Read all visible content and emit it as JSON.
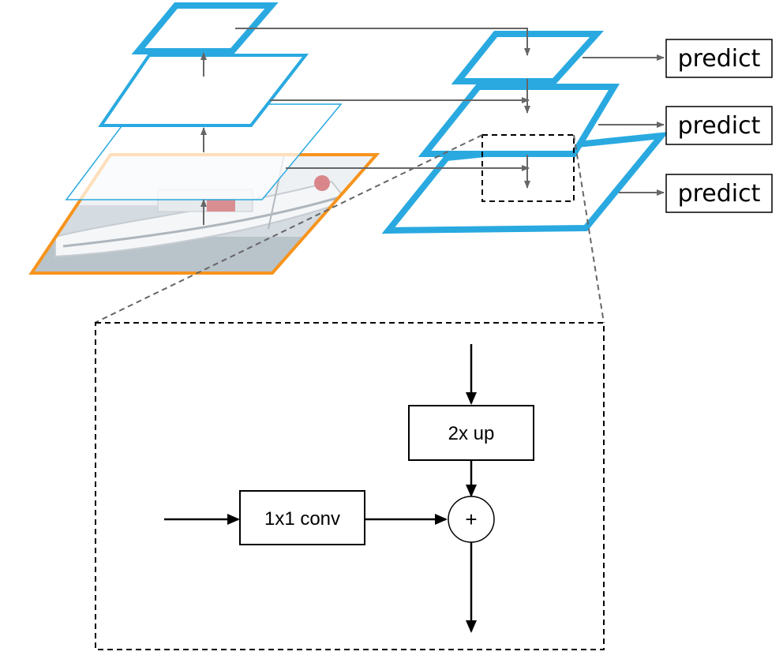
{
  "labels": {
    "predict_top": "predict",
    "predict_middle": "predict",
    "predict_bottom": "predict",
    "upsample": "2x up",
    "lateral_conv": "1x1 conv",
    "add_symbol": "+"
  },
  "colors": {
    "pyramid_level": "#29a9e0",
    "input_image_border": "#f7941d",
    "arrow": "#666666",
    "detail_line": "#000000"
  }
}
